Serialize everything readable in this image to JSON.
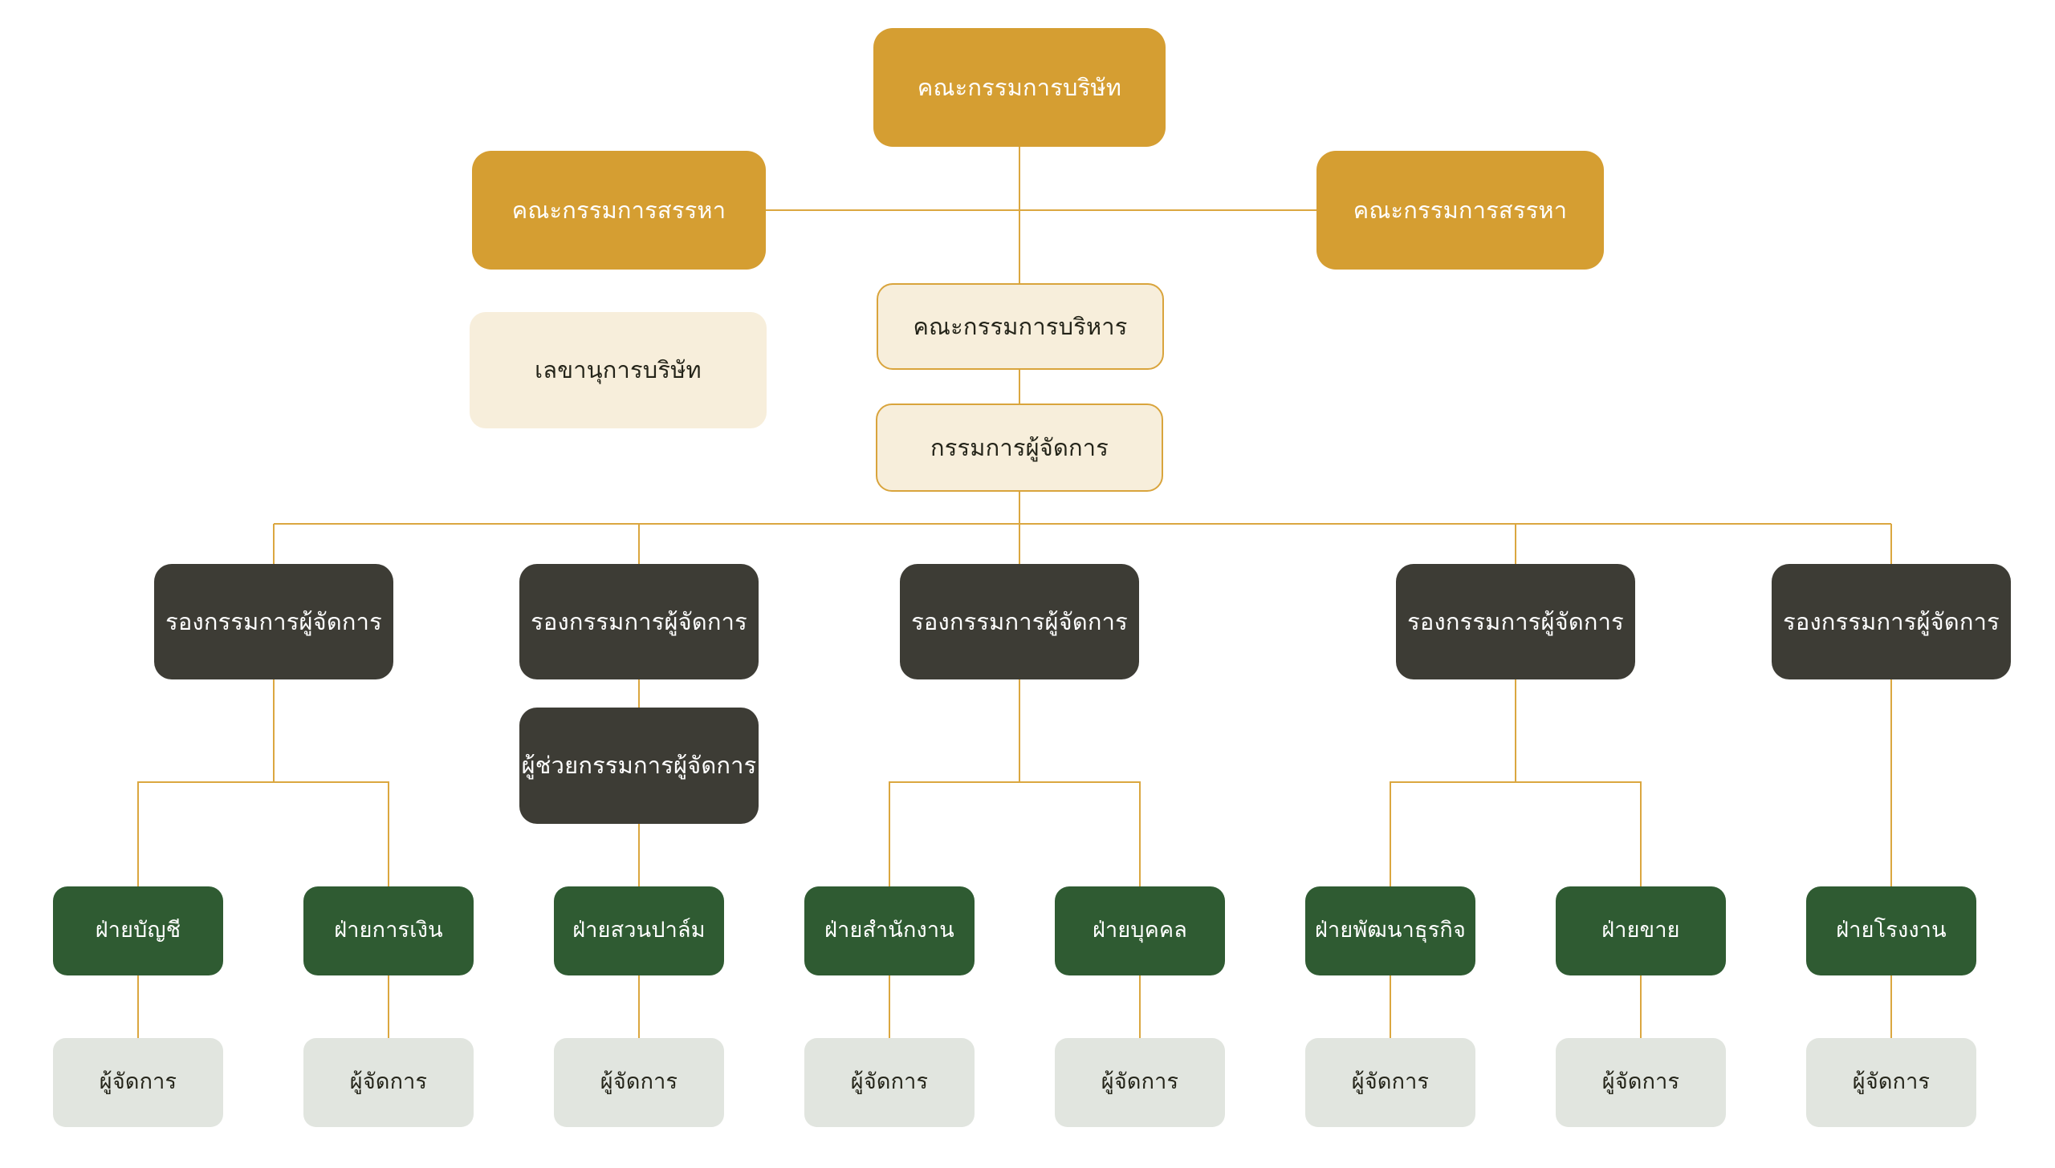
{
  "org_chart": {
    "type": "org-chart",
    "colors": {
      "gold": "#D59E32",
      "cream": "#F7EEDB",
      "outline": "#D9A43C",
      "dark": "#3D3C35",
      "green": "#2F5B32",
      "gray": "#E1E5DF",
      "line": "#DBA740",
      "text_light": "#FFFFFF",
      "text_dark": "#242419",
      "background": "#FFFFFF"
    },
    "nodes": {
      "board": {
        "label": "คณะกรรมการบริษัท",
        "level": "board"
      },
      "nomination_left": {
        "label": "คณะกรรมการสรรหา",
        "level": "committee"
      },
      "nomination_right": {
        "label": "คณะกรรมการสรรหา",
        "level": "committee"
      },
      "executive_committee": {
        "label": "คณะกรรมการบริหาร",
        "level": "executive"
      },
      "company_secretary": {
        "label": "เลขานุการบริษัท",
        "level": "executive"
      },
      "managing_director": {
        "label": "กรรมการผู้จัดการ",
        "level": "executive"
      },
      "deputy_md_1": {
        "label": "รองกรรมการผู้จัดการ",
        "level": "deputy"
      },
      "deputy_md_2": {
        "label": "รองกรรมการผู้จัดการ",
        "level": "deputy"
      },
      "deputy_md_3": {
        "label": "รองกรรมการผู้จัดการ",
        "level": "deputy"
      },
      "deputy_md_4": {
        "label": "รองกรรมการผู้จัดการ",
        "level": "deputy"
      },
      "deputy_md_5": {
        "label": "รองกรรมการผู้จัดการ",
        "level": "deputy"
      },
      "assistant_md": {
        "label": "ผู้ช่วยกรรมการผู้จัดการ",
        "level": "deputy"
      },
      "dept_accounting": {
        "label": "ฝ่ายบัญชี",
        "level": "department"
      },
      "dept_finance": {
        "label": "ฝ่ายการเงิน",
        "level": "department"
      },
      "dept_palm_plantation": {
        "label": "ฝ่ายสวนปาล์ม",
        "level": "department"
      },
      "dept_office": {
        "label": "ฝ่ายสำนักงาน",
        "level": "department"
      },
      "dept_personnel": {
        "label": "ฝ่ายบุคคล",
        "level": "department"
      },
      "dept_business_dev": {
        "label": "ฝ่ายพัฒนาธุรกิจ",
        "level": "department"
      },
      "dept_sales": {
        "label": "ฝ่ายขาย",
        "level": "department"
      },
      "dept_factory": {
        "label": "ฝ่ายโรงงาน",
        "level": "department"
      },
      "manager_1": {
        "label": "ผู้จัดการ",
        "level": "manager"
      },
      "manager_2": {
        "label": "ผู้จัดการ",
        "level": "manager"
      },
      "manager_3": {
        "label": "ผู้จัดการ",
        "level": "manager"
      },
      "manager_4": {
        "label": "ผู้จัดการ",
        "level": "manager"
      },
      "manager_5": {
        "label": "ผู้จัดการ",
        "level": "manager"
      },
      "manager_6": {
        "label": "ผู้จัดการ",
        "level": "manager"
      },
      "manager_7": {
        "label": "ผู้จัดการ",
        "level": "manager"
      },
      "manager_8": {
        "label": "ผู้จัดการ",
        "level": "manager"
      }
    }
  }
}
